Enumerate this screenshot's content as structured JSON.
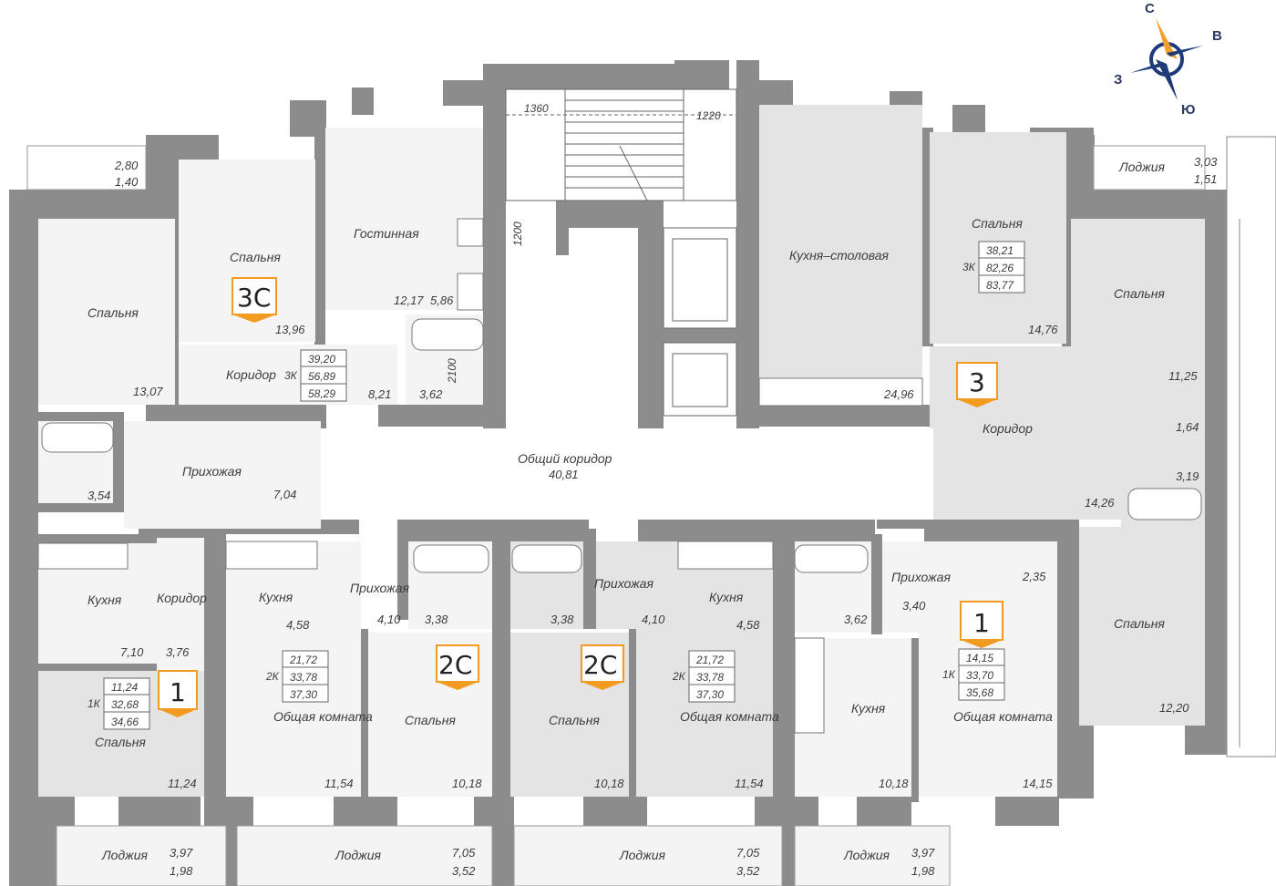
{
  "colors": {
    "wall": "#8c8c8c",
    "room": "#f4f4f4",
    "shaded": "#e4e4e4",
    "tag_border": "#f39a21",
    "compass_blue": "#1f3a78",
    "compass_orange": "#f3a02a"
  },
  "compass": {
    "north": "С",
    "east": "В",
    "south": "Ю",
    "west": "З"
  },
  "dimensions": [
    "1360",
    "1220",
    "1200",
    "2100"
  ],
  "rooms": [
    {
      "id": "r1",
      "label": "Спальня",
      "area": "13,07"
    },
    {
      "id": "r2",
      "label": "Спальня",
      "area": "13,96"
    },
    {
      "id": "r3",
      "label": "Гостинная",
      "area": "12,17"
    },
    {
      "id": "r4",
      "label": "",
      "area": "5,86"
    },
    {
      "id": "r5",
      "label": "Коридор",
      "area": "8,21"
    },
    {
      "id": "r6",
      "label": "",
      "area": "3,62"
    },
    {
      "id": "r7",
      "label": "Кухня–столовая",
      "area": "24,96"
    },
    {
      "id": "r8",
      "label": "Спальня",
      "area": "14,76"
    },
    {
      "id": "r9",
      "label": "Спальня",
      "area": "11,25"
    },
    {
      "id": "r10",
      "label": "",
      "area": "1,64"
    },
    {
      "id": "r11",
      "label": "",
      "area": "3,19"
    },
    {
      "id": "r12",
      "label": "Коридор",
      "area": "14,26"
    },
    {
      "id": "r13",
      "label": "Спальня",
      "area": "12,20"
    },
    {
      "id": "r14",
      "label": "Общий коридор",
      "area": "40,81"
    },
    {
      "id": "r15",
      "label": "Прихожая",
      "area": "7,04"
    },
    {
      "id": "r16",
      "label": "",
      "area": "3,54"
    },
    {
      "id": "r17",
      "label": "Кухня",
      "area": "7,10"
    },
    {
      "id": "r18",
      "label": "Коридор",
      "area": "3,76"
    },
    {
      "id": "r19",
      "label": "Спальня",
      "area": "11,24"
    },
    {
      "id": "r20",
      "label": "Кухня",
      "area": "4,58"
    },
    {
      "id": "r21",
      "label": "Прихожая",
      "area": "4,10"
    },
    {
      "id": "r22",
      "label": "",
      "area": "3,38"
    },
    {
      "id": "r23",
      "label": "Общая комната",
      "area": "11,54"
    },
    {
      "id": "r24",
      "label": "Спальня",
      "area": "10,18"
    },
    {
      "id": "r25",
      "label": "",
      "area": "3,38"
    },
    {
      "id": "r26",
      "label": "Прихожая",
      "area": "4,10"
    },
    {
      "id": "r27",
      "label": "Кухня",
      "area": "4,58"
    },
    {
      "id": "r28",
      "label": "Спальня",
      "area": "10,18"
    },
    {
      "id": "r29",
      "label": "Общая комната",
      "area": "11,54"
    },
    {
      "id": "r30",
      "label": "",
      "area": "3,62"
    },
    {
      "id": "r31",
      "label": "Прихожая",
      "area": "3,40"
    },
    {
      "id": "r32",
      "label": "",
      "area": "2,35"
    },
    {
      "id": "r33",
      "label": "Кухня",
      "area": "10,18"
    },
    {
      "id": "r34",
      "label": "Общая комната",
      "area": "14,15"
    }
  ],
  "loggias": [
    {
      "id": "l1",
      "label": "",
      "a1": "2,80",
      "a2": "1,40"
    },
    {
      "id": "l2",
      "label": "Лоджия",
      "a1": "3,03",
      "a2": "1,51"
    },
    {
      "id": "l3",
      "label": "Лоджия",
      "a1": "3,97",
      "a2": "1,98"
    },
    {
      "id": "l4",
      "label": "Лоджия",
      "a1": "7,05",
      "a2": "3,52"
    },
    {
      "id": "l5",
      "label": "Лоджия",
      "a1": "7,05",
      "a2": "3,52"
    },
    {
      "id": "l6",
      "label": "Лоджия",
      "a1": "3,97",
      "a2": "1,98"
    }
  ],
  "apartments": [
    {
      "id": "a1",
      "tag": "3С",
      "type": "3К",
      "living": "39,20",
      "total": "56,89",
      "total_loggia": "58,29"
    },
    {
      "id": "a2",
      "tag": "3",
      "type": "3К",
      "living": "38,21",
      "total": "82,26",
      "total_loggia": "83,77"
    },
    {
      "id": "a3",
      "tag": "1",
      "type": "1К",
      "living": "11,24",
      "total": "32,68",
      "total_loggia": "34,66"
    },
    {
      "id": "a4",
      "tag": "2С",
      "type": "2К",
      "living": "21,72",
      "total": "33,78",
      "total_loggia": "37,30"
    },
    {
      "id": "a5",
      "tag": "2С",
      "type": "2К",
      "living": "21,72",
      "total": "33,78",
      "total_loggia": "37,30"
    },
    {
      "id": "a6",
      "tag": "1",
      "type": "1К",
      "living": "14,15",
      "total": "33,70",
      "total_loggia": "35,68"
    }
  ]
}
